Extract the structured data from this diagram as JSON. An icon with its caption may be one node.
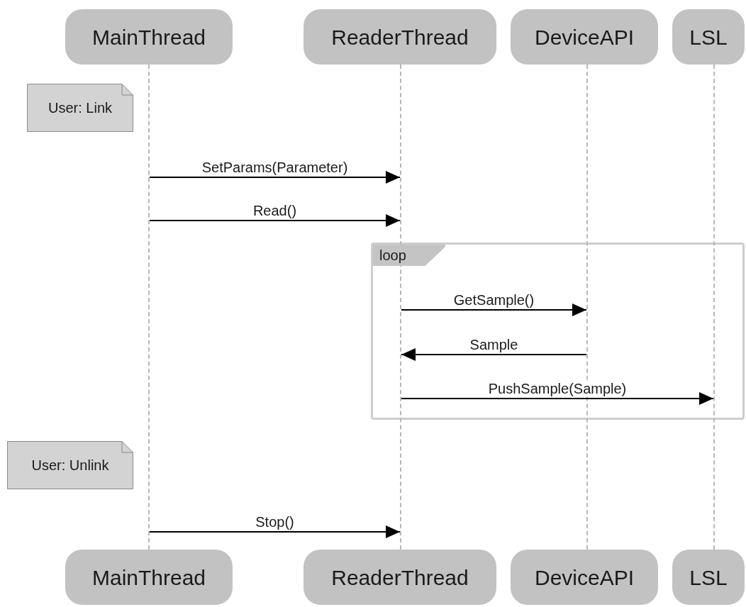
{
  "diagram": {
    "nodes": [
      {
        "text": [
          "MainThread"
        ]
      },
      {
        "text": [
          "ReaderThread"
        ]
      },
      {
        "text": [
          "DeviceAPI"
        ]
      },
      {
        "text": [
          "LSL"
        ]
      },
      {
        "text": [
          "User: Link"
        ]
      },
      {
        "text": [
          "User: Unlink"
        ]
      },
      {
        "text": [
          "MainThread"
        ]
      },
      {
        "text": [
          "ReaderThread"
        ]
      },
      {
        "text": [
          "DeviceAPI"
        ]
      },
      {
        "text": [
          "LSL"
        ]
      },
      {
        "text": [],
        "shape": "line"
      },
      {
        "text": [],
        "shape": "line"
      },
      {
        "text": [],
        "shape": "line"
      },
      {
        "text": [],
        "shape": "line"
      }
    ],
    "edges": [
      {
        "from": 10,
        "to": 11,
        "arrow": "to",
        "label": "SetParams(Parameter)"
      },
      {
        "from": 10,
        "to": 11,
        "arrow": "to",
        "label": "Read()"
      },
      {
        "from": 11,
        "to": 12,
        "arrow": "to",
        "label": "GetSample()"
      },
      {
        "from": 12,
        "to": 11,
        "arrow": "to",
        "label": "Sample"
      },
      {
        "from": 11,
        "to": 13,
        "arrow": "to",
        "label": "PushSample(Sample)"
      },
      {
        "from": 10,
        "to": 11,
        "arrow": "to",
        "label": "Stop()"
      }
    ],
    "labels": [
      "loop"
    ]
  }
}
